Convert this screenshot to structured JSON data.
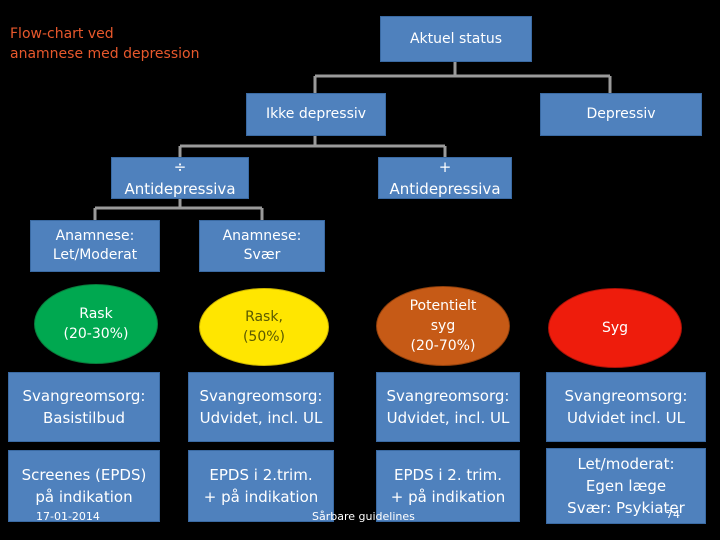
{
  "title": {
    "line1": "Flow-chart ved",
    "line2": "anamnese med depression"
  },
  "nodes": {
    "aktuel_status": [
      "Aktuel status"
    ],
    "ikke_depressiv": [
      "Ikke depressiv"
    ],
    "depressiv": [
      "Depressiv"
    ],
    "minus_antidep": [
      "÷",
      "Antidepressiva"
    ],
    "plus_antidep": [
      "+",
      "Antidepressiva"
    ],
    "anamnese_let": [
      "Anamnese:",
      "Let/Moderat"
    ],
    "anamnese_svaer": [
      "Anamnese:",
      "Svær"
    ],
    "rask_20": [
      "Rask",
      "(20-30%)"
    ],
    "rask_50": [
      "Rask,",
      "(50%)"
    ],
    "potentielt_syg": [
      "Potentielt",
      "syg",
      "(20-70%)"
    ],
    "syg": [
      "Syg"
    ],
    "svang_basis": [
      "Svangreomsorg:",
      "Basistilbud"
    ],
    "svang_udvidet_1": [
      "Svangreomsorg:",
      "Udvidet, incl. UL"
    ],
    "svang_udvidet_2": [
      "Svangreomsorg:",
      "Udvidet, incl. UL"
    ],
    "svang_udvidet_3": [
      "Svangreomsorg:",
      "Udvidet incl. UL"
    ],
    "screenes": [
      "Screenes (EPDS)",
      "på indikation"
    ],
    "epds_1": [
      "EPDS i 2.trim.",
      "+ på indikation"
    ],
    "epds_2": [
      "EPDS i 2. trim.",
      "+ på indikation"
    ],
    "let_moderat": [
      "Let/moderat:",
      "Egen læge",
      "Svær: Psykiater"
    ]
  },
  "footer": {
    "date": "17-01-2014",
    "source": "Sårbare guidelines",
    "page": "74"
  },
  "colors": {
    "box": "#4f81bd",
    "title": "#e8582c",
    "green": "#00a850",
    "yellow": "#ffe600",
    "brown": "#c65a16",
    "red": "#ee1c0c",
    "connector": "#9a9a9a"
  }
}
